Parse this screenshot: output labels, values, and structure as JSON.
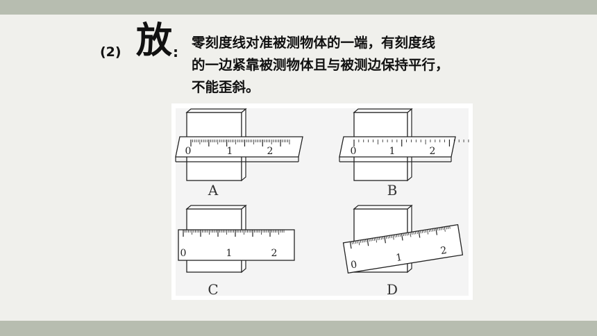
{
  "step_label": "(2)",
  "keyword": "放",
  "colon": ":",
  "description": "零刻度线对准被测物体的一端，有刻度线\n的一边紧靠被测物体且与被测边保持平行，\n不能歪斜。",
  "figure": {
    "panels": [
      {
        "id": "A",
        "caption": "A",
        "ticks": [
          "0",
          "1",
          "2"
        ]
      },
      {
        "id": "B",
        "caption": "B",
        "ticks": [
          "0",
          "1",
          "2"
        ]
      },
      {
        "id": "C",
        "caption": "C",
        "ticks": [
          "0",
          "1",
          "2"
        ]
      },
      {
        "id": "D",
        "caption": "D",
        "ticks": [
          "0",
          "1",
          "2"
        ]
      }
    ]
  },
  "colors": {
    "bands": "#b7bdb0",
    "background": "#f0f0ec",
    "text": "#111111"
  }
}
